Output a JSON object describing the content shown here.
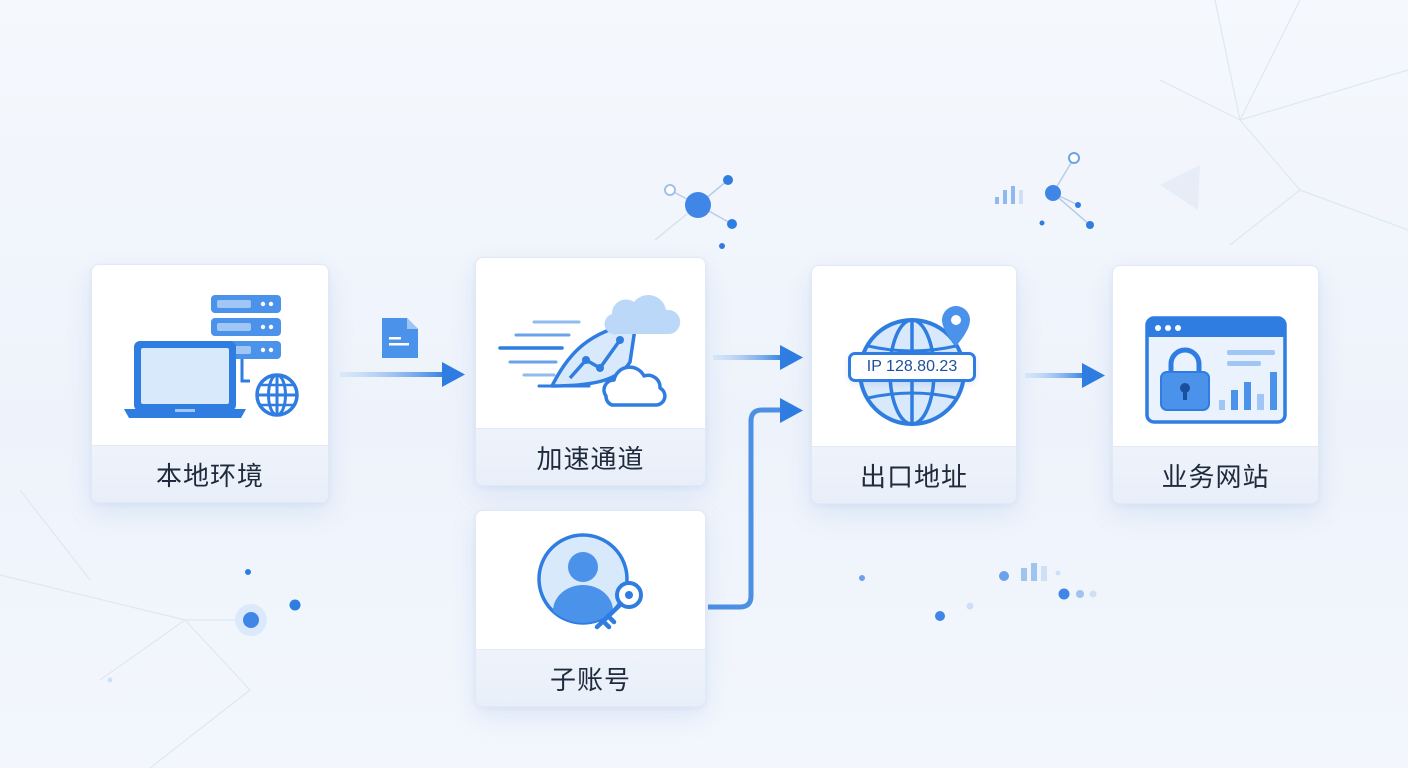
{
  "nodes": {
    "local": {
      "label": "本地环境"
    },
    "tunnel": {
      "label": "加速通道"
    },
    "subaccount": {
      "label": "子账号"
    },
    "exit": {
      "label": "出口地址",
      "ip_badge": "IP 128.80.23"
    },
    "website": {
      "label": "业务网站"
    }
  },
  "colors": {
    "primary": "#2f7de1",
    "primary_dark": "#1a63c9",
    "primary_light": "#bcd8f8",
    "card_band": "#eef3fb",
    "text": "#1f2a3d"
  }
}
